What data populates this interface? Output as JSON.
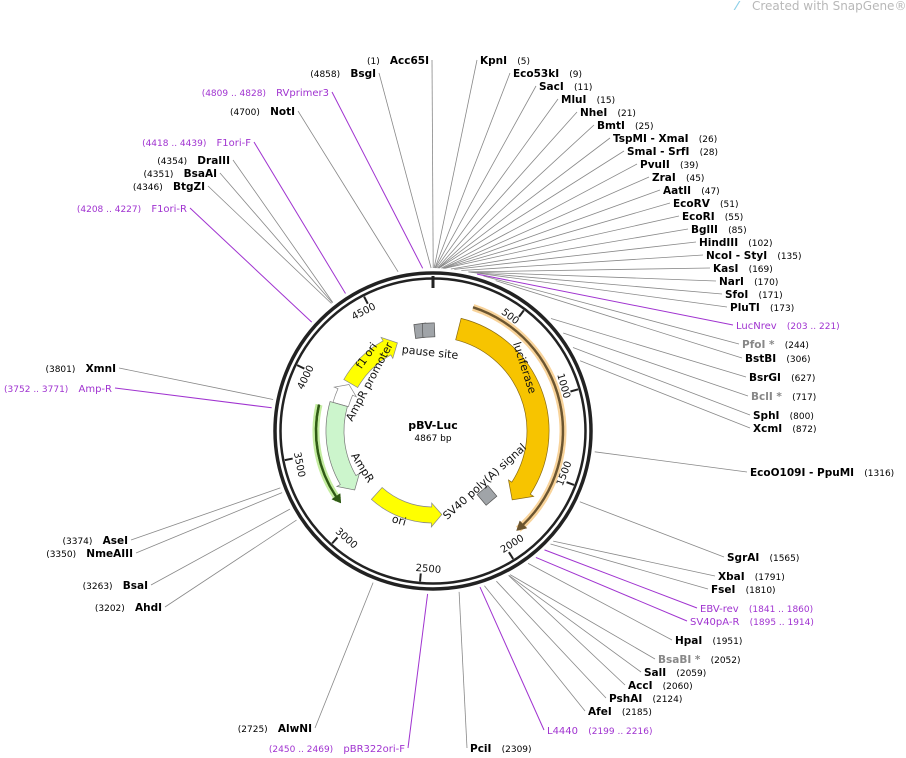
{
  "watermark": {
    "prefix": "Created with ",
    "brand": "SnapGene",
    "suffix": "®"
  },
  "plasmid": {
    "name": "pBV-Luc",
    "length_label": "4867 bp",
    "length": 4867
  },
  "ticks": [
    "500",
    "1000",
    "1500",
    "2000",
    "2500",
    "3000",
    "3500",
    "4000",
    "4500"
  ],
  "features": [
    {
      "name": "luciferase",
      "color": "#f7c400"
    },
    {
      "name": "f1 ori",
      "color": "#ffff00"
    },
    {
      "name": "AmpR promoter",
      "color": "#ffffff"
    },
    {
      "name": "AmpR",
      "color": "#ccf5cc"
    },
    {
      "name": "ori",
      "color": "#ffff00"
    },
    {
      "name": "pause site",
      "color": "#a0a4a8"
    },
    {
      "name": "SV40 poly(A) signal",
      "color": "#a0a4a8"
    }
  ],
  "sites": [
    {
      "name": "KpnI",
      "pos": "(5)",
      "bp": 5,
      "type": "enzyme"
    },
    {
      "name": "Eco53kI",
      "pos": "(9)",
      "bp": 9,
      "type": "enzyme"
    },
    {
      "name": "SacI",
      "pos": "(11)",
      "bp": 11,
      "type": "enzyme"
    },
    {
      "name": "MluI",
      "pos": "(15)",
      "bp": 15,
      "type": "enzyme"
    },
    {
      "name": "NheI",
      "pos": "(21)",
      "bp": 21,
      "type": "enzyme"
    },
    {
      "name": "BmtI",
      "pos": "(25)",
      "bp": 25,
      "type": "enzyme"
    },
    {
      "name": "TspMI - XmaI",
      "pos": "(26)",
      "bp": 26,
      "type": "enzyme"
    },
    {
      "name": "SmaI - SrfI",
      "pos": "(28)",
      "bp": 28,
      "type": "enzyme"
    },
    {
      "name": "PvuII",
      "pos": "(39)",
      "bp": 39,
      "type": "enzyme"
    },
    {
      "name": "ZraI",
      "pos": "(45)",
      "bp": 45,
      "type": "enzyme"
    },
    {
      "name": "AatII",
      "pos": "(47)",
      "bp": 47,
      "type": "enzyme"
    },
    {
      "name": "EcoRV",
      "pos": "(51)",
      "bp": 51,
      "type": "enzyme"
    },
    {
      "name": "EcoRI",
      "pos": "(55)",
      "bp": 55,
      "type": "enzyme"
    },
    {
      "name": "BglII",
      "pos": "(85)",
      "bp": 85,
      "type": "enzyme"
    },
    {
      "name": "HindIII",
      "pos": "(102)",
      "bp": 102,
      "type": "enzyme"
    },
    {
      "name": "NcoI - StyI",
      "pos": "(135)",
      "bp": 135,
      "type": "enzyme"
    },
    {
      "name": "KasI",
      "pos": "(169)",
      "bp": 169,
      "type": "enzyme"
    },
    {
      "name": "NarI",
      "pos": "(170)",
      "bp": 170,
      "type": "enzyme"
    },
    {
      "name": "SfoI",
      "pos": "(171)",
      "bp": 171,
      "type": "enzyme"
    },
    {
      "name": "PluTI",
      "pos": "(173)",
      "bp": 173,
      "type": "enzyme"
    },
    {
      "name": "LucNrev",
      "pos": "(203 .. 221)",
      "bp": 212,
      "type": "primer"
    },
    {
      "name": "PfoI *",
      "pos": "(244)",
      "bp": 244,
      "type": "gray"
    },
    {
      "name": "BstBI",
      "pos": "(306)",
      "bp": 306,
      "type": "enzyme"
    },
    {
      "name": "BsrGI",
      "pos": "(627)",
      "bp": 627,
      "type": "enzyme"
    },
    {
      "name": "BclI *",
      "pos": "(717)",
      "bp": 717,
      "type": "gray"
    },
    {
      "name": "SphI",
      "pos": "(800)",
      "bp": 800,
      "type": "enzyme"
    },
    {
      "name": "XcmI",
      "pos": "(872)",
      "bp": 872,
      "type": "enzyme"
    },
    {
      "name": "EcoO109I - PpuMI",
      "pos": "(1316)",
      "bp": 1316,
      "type": "enzyme"
    },
    {
      "name": "SgrAI",
      "pos": "(1565)",
      "bp": 1565,
      "type": "enzyme"
    },
    {
      "name": "XbaI",
      "pos": "(1791)",
      "bp": 1791,
      "type": "enzyme"
    },
    {
      "name": "FseI",
      "pos": "(1810)",
      "bp": 1810,
      "type": "enzyme"
    },
    {
      "name": "EBV-rev",
      "pos": "(1841 .. 1860)",
      "bp": 1850,
      "type": "primer"
    },
    {
      "name": "SV40pA-R",
      "pos": "(1895 .. 1914)",
      "bp": 1904,
      "type": "primer"
    },
    {
      "name": "HpaI",
      "pos": "(1951)",
      "bp": 1951,
      "type": "enzyme"
    },
    {
      "name": "BsaBI *",
      "pos": "(2052)",
      "bp": 2052,
      "type": "gray"
    },
    {
      "name": "SalI",
      "pos": "(2059)",
      "bp": 2059,
      "type": "enzyme"
    },
    {
      "name": "AccI",
      "pos": "(2060)",
      "bp": 2060,
      "type": "enzyme"
    },
    {
      "name": "PshAI",
      "pos": "(2124)",
      "bp": 2124,
      "type": "enzyme"
    },
    {
      "name": "AfeI",
      "pos": "(2185)",
      "bp": 2185,
      "type": "enzyme"
    },
    {
      "name": "L4440",
      "pos": "(2199 .. 2216)",
      "bp": 2207,
      "type": "primer"
    },
    {
      "name": "PciI",
      "pos": "(2309)",
      "bp": 2309,
      "type": "enzyme"
    },
    {
      "name": "Acc65I",
      "pos": "(1)",
      "bp": 1,
      "type": "enzyme"
    },
    {
      "name": "BsgI",
      "pos": "(4858)",
      "bp": 4858,
      "type": "enzyme"
    },
    {
      "name": "RVprimer3",
      "pos": "(4809 .. 4828)",
      "bp": 4818,
      "type": "primer"
    },
    {
      "name": "NotI",
      "pos": "(4700)",
      "bp": 4700,
      "type": "enzyme"
    },
    {
      "name": "F1ori-F",
      "pos": "(4418 .. 4439)",
      "bp": 4428,
      "type": "primer"
    },
    {
      "name": "DraIII",
      "pos": "(4354)",
      "bp": 4354,
      "type": "enzyme"
    },
    {
      "name": "BsaAI",
      "pos": "(4351)",
      "bp": 4351,
      "type": "enzyme"
    },
    {
      "name": "BtgZI",
      "pos": "(4346)",
      "bp": 4346,
      "type": "enzyme"
    },
    {
      "name": "F1ori-R",
      "pos": "(4208 .. 4227)",
      "bp": 4217,
      "type": "primer"
    },
    {
      "name": "XmnI",
      "pos": "(3801)",
      "bp": 3801,
      "type": "enzyme"
    },
    {
      "name": "Amp-R",
      "pos": "(3752 .. 3771)",
      "bp": 3761,
      "type": "primer"
    },
    {
      "name": "AseI",
      "pos": "(3374)",
      "bp": 3374,
      "type": "enzyme"
    },
    {
      "name": "NmeAIII",
      "pos": "(3350)",
      "bp": 3350,
      "type": "enzyme"
    },
    {
      "name": "BsaI",
      "pos": "(3263)",
      "bp": 3263,
      "type": "enzyme"
    },
    {
      "name": "AhdI",
      "pos": "(3202)",
      "bp": 3202,
      "type": "enzyme"
    },
    {
      "name": "AlwNI",
      "pos": "(2725)",
      "bp": 2725,
      "type": "enzyme"
    },
    {
      "name": "pBR322ori-F",
      "pos": "(2450 .. 2469)",
      "bp": 2459,
      "type": "primer"
    }
  ]
}
